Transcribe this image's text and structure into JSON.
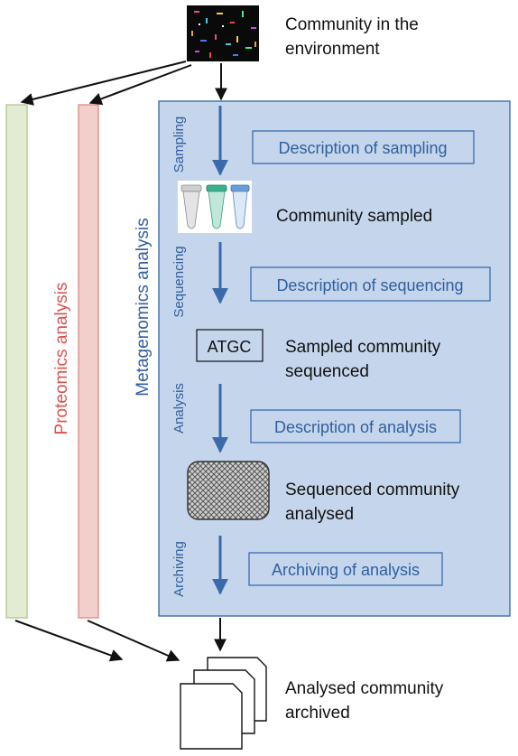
{
  "colors": {
    "panel_fill": "#c5d6ec",
    "panel_stroke": "#2f63a8",
    "blue_text": "#2f5f9e",
    "blue_arrow": "#3a6aaa",
    "proteomics_fill": "#f3cfcc",
    "proteomics_stroke": "#d9837c",
    "proteomics_text": "#d9534f",
    "other_fill": "#e3ecd3",
    "other_stroke": "#a9c17e",
    "black": "#111111"
  },
  "top": {
    "label_line1": "Community in the",
    "label_line2": "environment",
    "icon": "microbes-image-icon"
  },
  "sidebars": {
    "proteomics_label": "Proteomics analysis",
    "metagenomics_label": "Metagenomics analysis"
  },
  "stages": {
    "sampling_label": "Sampling",
    "sequencing_label": "Sequencing",
    "analysis_label": "Analysis",
    "archiving_label": "Archiving"
  },
  "descriptions": {
    "sampling": "Description of sampling",
    "sequencing": "Description of sequencing",
    "analysis": "Description of analysis",
    "archiving": "Archiving of analysis"
  },
  "states": {
    "sampled": "Community sampled",
    "sequenced_line1": "Sampled community",
    "sequenced_line2": "sequenced",
    "analysed_line1": "Sequenced community",
    "analysed_line2": "analysed",
    "archived_line1": "Analysed community",
    "archived_line2": "archived"
  },
  "atgc_box": "ATGC",
  "icons": {
    "tubes": "sample-tubes-icon",
    "mesh": "mesh-pattern-icon",
    "documents": "document-stack-icon"
  }
}
